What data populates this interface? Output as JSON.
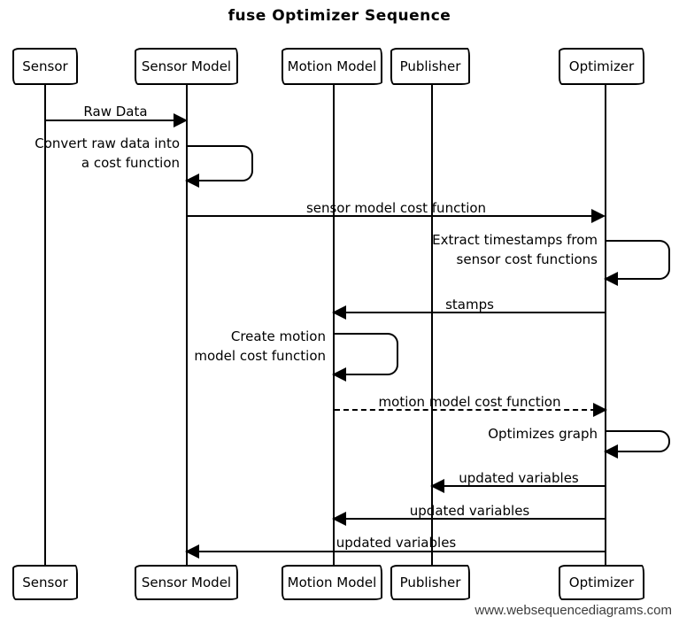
{
  "title": "fuse Optimizer Sequence",
  "footer": "www.websequencediagrams.com",
  "colors": {
    "ink": "#000000",
    "background": "#ffffff",
    "footer_text": "#3c3c3c"
  },
  "actors": [
    {
      "name": "Sensor"
    },
    {
      "name": "Sensor Model"
    },
    {
      "name": "Motion Model"
    },
    {
      "name": "Publisher"
    },
    {
      "name": "Optimizer"
    }
  ],
  "messages": [
    {
      "from": "Sensor",
      "to": "Sensor Model",
      "style": "solid",
      "label": "Raw Data"
    },
    {
      "from": "Sensor Model",
      "to": "Sensor Model",
      "style": "self",
      "label": "Convert raw data into a cost function"
    },
    {
      "from": "Sensor Model",
      "to": "Optimizer",
      "style": "solid",
      "label": "sensor model cost function"
    },
    {
      "from": "Optimizer",
      "to": "Optimizer",
      "style": "self",
      "label": "Extract timestamps from sensor cost functions"
    },
    {
      "from": "Optimizer",
      "to": "Motion Model",
      "style": "solid",
      "label": "stamps"
    },
    {
      "from": "Motion Model",
      "to": "Motion Model",
      "style": "self",
      "label": "Create motion model cost function"
    },
    {
      "from": "Motion Model",
      "to": "Optimizer",
      "style": "dashed",
      "label": "motion model cost function"
    },
    {
      "from": "Optimizer",
      "to": "Optimizer",
      "style": "self",
      "label": "Optimizes graph"
    },
    {
      "from": "Optimizer",
      "to": "Publisher",
      "style": "solid",
      "label": "updated variables"
    },
    {
      "from": "Optimizer",
      "to": "Motion Model",
      "style": "solid",
      "label": "updated variables"
    },
    {
      "from": "Optimizer",
      "to": "Sensor Model",
      "style": "solid",
      "label": "updated variables"
    }
  ]
}
